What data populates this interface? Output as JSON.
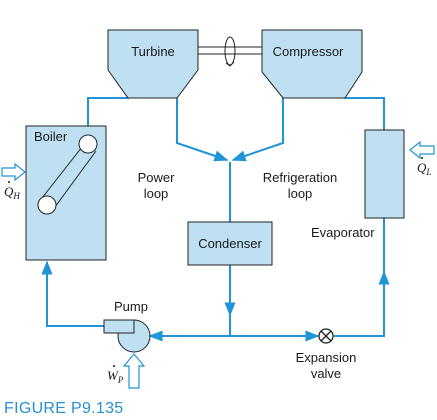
{
  "diagram": {
    "components": {
      "turbine": "Turbine",
      "compressor": "Compressor",
      "boiler": "Boiler",
      "condenser": "Condenser",
      "evaporator": "Evaporator",
      "pump": "Pump"
    },
    "labels": {
      "power_loop_line1": "Power",
      "power_loop_line2": "loop",
      "refrigeration_loop_line1": "Refrigeration",
      "refrigeration_loop_line2": "loop",
      "expansion_valve_line1": "Expansion",
      "expansion_valve_line2": "valve"
    },
    "symbols": {
      "q_h": "Q",
      "q_h_sub": "H",
      "q_l": "Q",
      "q_l_sub": "L",
      "w_p": "W",
      "w_p_sub": "P"
    },
    "figure_caption": "FIGURE P9.135"
  },
  "colors": {
    "pipe": "#1f95d6",
    "component_fill": "#bfe0f3",
    "outline": "#222222",
    "caption": "#2a8fd0"
  }
}
